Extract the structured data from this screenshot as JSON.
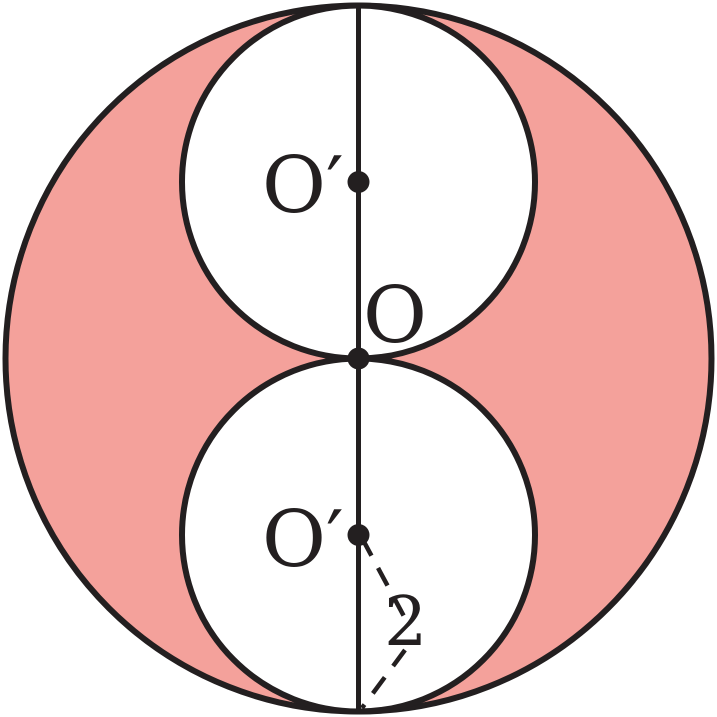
{
  "labels": {
    "upper_center": "O′",
    "main_center": "O",
    "lower_center": "O′",
    "radius_value": "2"
  },
  "colors": {
    "shaded_region": "#f4a19b",
    "stroke": "#231f20",
    "background": "#ffffff"
  },
  "geometry": {
    "large_circle_radius": 4,
    "small_circle_radius": 2,
    "small_circle_count": 2
  }
}
